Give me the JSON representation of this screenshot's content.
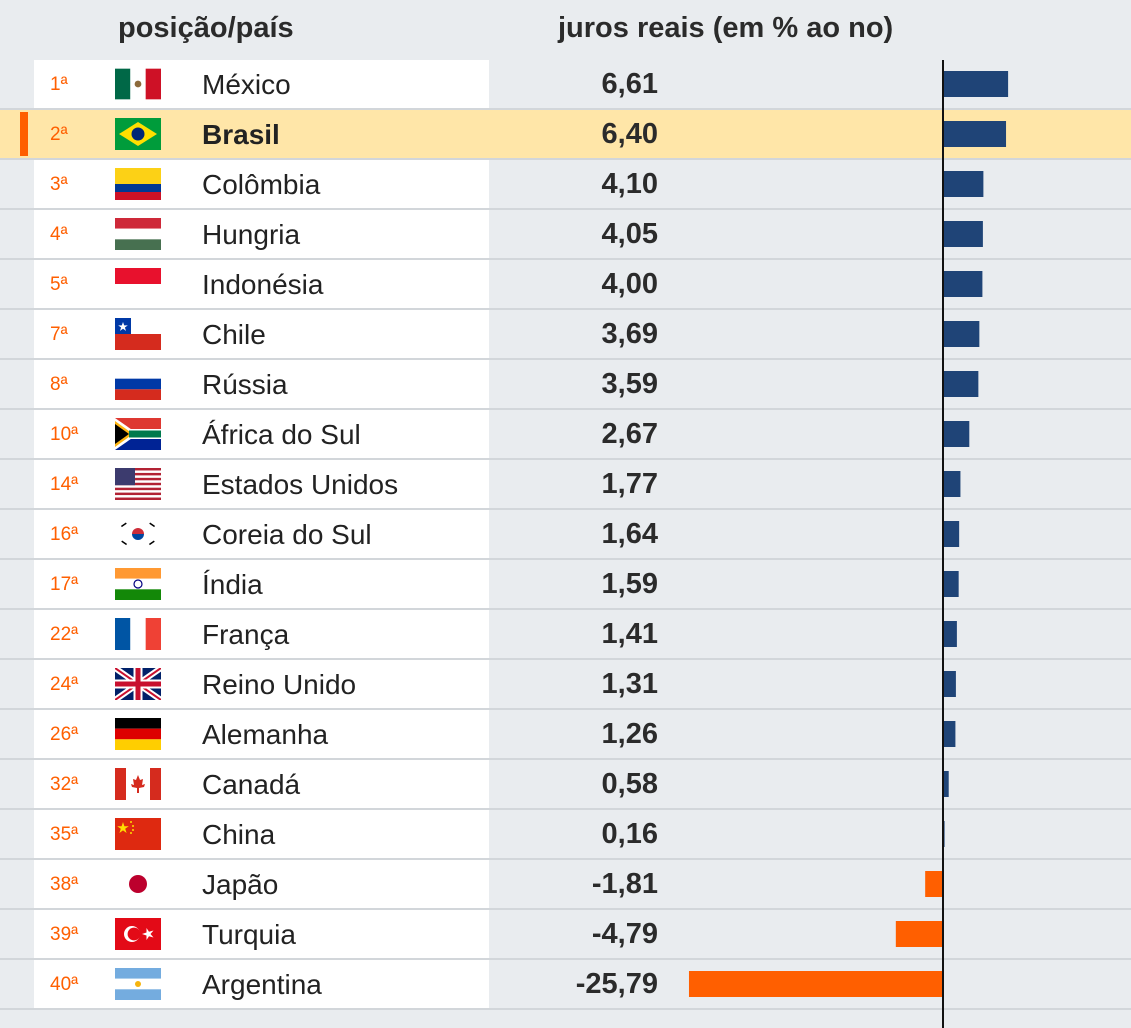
{
  "header": {
    "country_label": "posição/país",
    "rate_label": "juros reais (em % ao no)"
  },
  "colors": {
    "positive": "#1f4477",
    "negative": "#ff5f00",
    "rank": "#ff5f00",
    "highlight": "#ffe6a8"
  },
  "rows": [
    {
      "rank": "1ª",
      "country": "México",
      "value_label": "6,61",
      "flag": "mexico-flag-icon"
    },
    {
      "rank": "2ª",
      "country": "Brasil",
      "value_label": "6,40",
      "flag": "brazil-flag-icon",
      "highlight": true
    },
    {
      "rank": "3ª",
      "country": "Colômbia",
      "value_label": "4,10",
      "flag": "colombia-flag-icon"
    },
    {
      "rank": "4ª",
      "country": "Hungria",
      "value_label": "4,05",
      "flag": "hungary-flag-icon"
    },
    {
      "rank": "5ª",
      "country": "Indonésia",
      "value_label": "4,00",
      "flag": "indonesia-flag-icon"
    },
    {
      "rank": "7ª",
      "country": "Chile",
      "value_label": "3,69",
      "flag": "chile-flag-icon"
    },
    {
      "rank": "8ª",
      "country": "Rússia",
      "value_label": "3,59",
      "flag": "russia-flag-icon"
    },
    {
      "rank": "10ª",
      "country": "África do Sul",
      "value_label": "2,67",
      "flag": "south-africa-flag-icon"
    },
    {
      "rank": "14ª",
      "country": "Estados Unidos",
      "value_label": "1,77",
      "flag": "usa-flag-icon"
    },
    {
      "rank": "16ª",
      "country": "Coreia do Sul",
      "value_label": "1,64",
      "flag": "south-korea-flag-icon"
    },
    {
      "rank": "17ª",
      "country": "Índia",
      "value_label": "1,59",
      "flag": "india-flag-icon"
    },
    {
      "rank": "22ª",
      "country": "França",
      "value_label": "1,41",
      "flag": "france-flag-icon"
    },
    {
      "rank": "24ª",
      "country": "Reino Unido",
      "value_label": "1,31",
      "flag": "uk-flag-icon"
    },
    {
      "rank": "26ª",
      "country": "Alemanha",
      "value_label": "1,26",
      "flag": "germany-flag-icon"
    },
    {
      "rank": "32ª",
      "country": "Canadá",
      "value_label": "0,58",
      "flag": "canada-flag-icon"
    },
    {
      "rank": "35ª",
      "country": "China",
      "value_label": "0,16",
      "flag": "china-flag-icon"
    },
    {
      "rank": "38ª",
      "country": "Japão",
      "value_label": "-1,81",
      "flag": "japan-flag-icon"
    },
    {
      "rank": "39ª",
      "country": "Turquia",
      "value_label": "-4,79",
      "flag": "turkey-flag-icon"
    },
    {
      "rank": "40ª",
      "country": "Argentina",
      "value_label": "-25,79",
      "flag": "argentina-flag-icon"
    }
  ],
  "chart_data": {
    "type": "bar",
    "orientation": "horizontal",
    "categories": [
      "México",
      "Brasil",
      "Colômbia",
      "Hungria",
      "Indonésia",
      "Chile",
      "Rússia",
      "África do Sul",
      "Estados Unidos",
      "Coreia do Sul",
      "Índia",
      "França",
      "Reino Unido",
      "Alemanha",
      "Canadá",
      "China",
      "Japão",
      "Turquia",
      "Argentina"
    ],
    "values": [
      6.61,
      6.4,
      4.1,
      4.05,
      4.0,
      3.69,
      3.59,
      2.67,
      1.77,
      1.64,
      1.59,
      1.41,
      1.31,
      1.26,
      0.58,
      0.16,
      -1.81,
      -4.79,
      -25.79
    ],
    "xlim": [
      -25.79,
      19.6
    ],
    "grid": false,
    "legend": "none",
    "zero_line": true
  }
}
